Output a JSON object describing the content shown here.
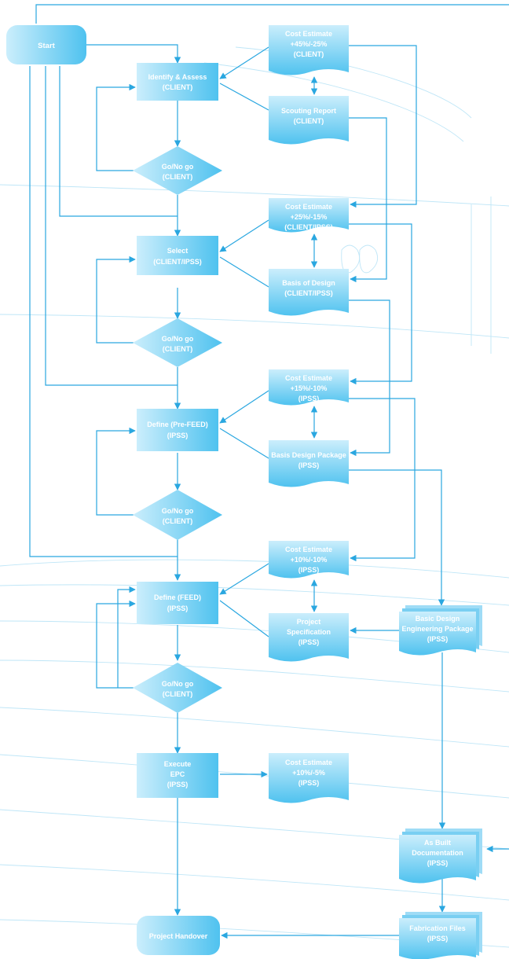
{
  "start": "Start",
  "process": [
    [
      "Identify & Assess",
      "(CLIENT)"
    ],
    [
      "Select",
      "(CLIENT/IPSS)"
    ],
    [
      "Define (Pre-FEED)",
      "(IPSS)"
    ],
    [
      "Define (FEED)",
      "(IPSS)"
    ],
    [
      "Execute",
      "EPC",
      "(IPSS)"
    ]
  ],
  "decisions": [
    [
      "Go/No go",
      "(CLIENT)"
    ],
    [
      "Go/No go",
      "(CLIENT)"
    ],
    [
      "Go/No go",
      "(CLIENT)"
    ],
    [
      "Go/No go",
      "(CLIENT)"
    ]
  ],
  "cost_estimates": [
    [
      "Cost Estimate",
      "+45%/-25%",
      "(CLIENT)"
    ],
    [
      "Cost Estimate",
      "+25%/-15%",
      "(CLIENT/IPSS)"
    ],
    [
      "Cost Estimate",
      "+15%/-10%",
      "(IPSS)"
    ],
    [
      "Cost Estimate",
      "+10%/-10%",
      "(IPSS)"
    ],
    [
      "Cost Estimate",
      "+10%/-5%",
      "(IPSS)"
    ]
  ],
  "documents": [
    [
      "Scouting Report",
      "(CLIENT)"
    ],
    [
      "Basis of Design",
      "(CLIENT/IPSS)"
    ],
    [
      "Basis Design Package",
      "(IPSS)"
    ],
    [
      "Project",
      "Specification",
      "(IPSS)"
    ]
  ],
  "multi_documents": [
    [
      "Basic Design",
      "Engineering Package",
      "(IPSS)"
    ],
    [
      "As Built",
      "Documentation",
      "(IPSS)"
    ],
    [
      "Fabrication Files",
      "(IPSS)"
    ]
  ],
  "end": "Project Handover",
  "colors": {
    "fill_light": "#cbeefc",
    "fill_dark": "#4fc2ef",
    "line": "#2aa7e0",
    "background_sketch": "#bfe6f7"
  }
}
